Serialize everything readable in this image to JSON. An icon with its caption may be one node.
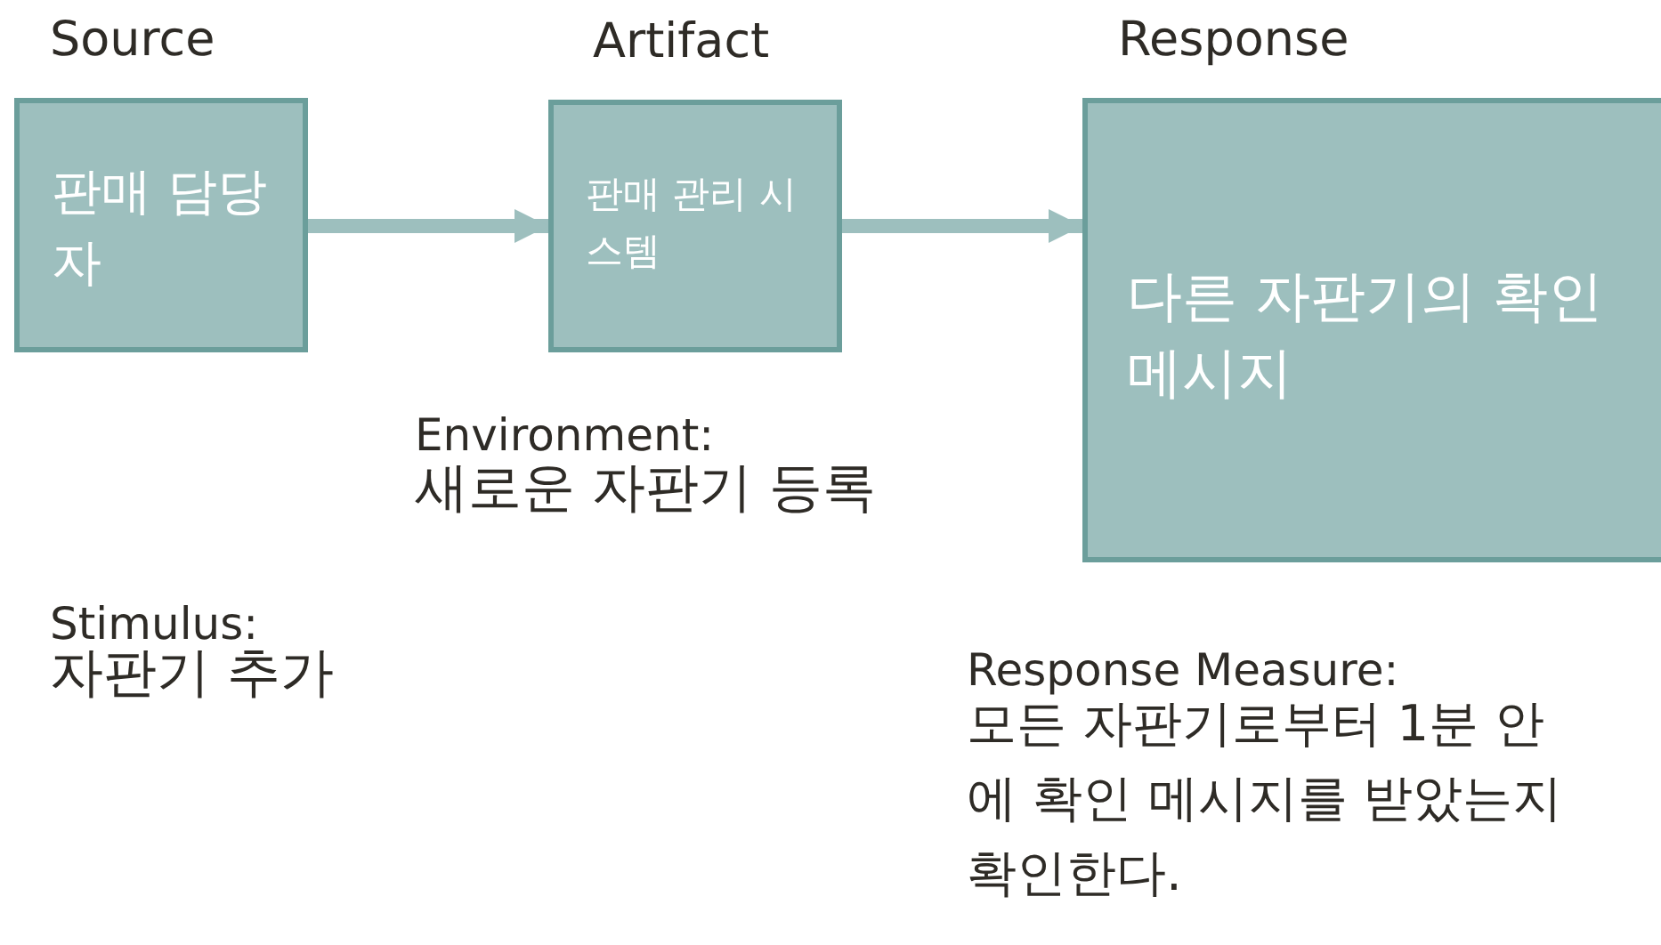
{
  "diagram": {
    "nodes": [
      {
        "text": [
          "Source",
          "판매 담당자"
        ]
      },
      {
        "text": [
          "Artifact",
          "판매 관리 시스템"
        ]
      },
      {
        "text": [
          "Response",
          "다른 자판기의 확인 메시지"
        ]
      }
    ],
    "edges": [
      {
        "from": 0,
        "to": 1,
        "arrow": "to"
      },
      {
        "from": 1,
        "to": 2,
        "arrow": "to"
      }
    ],
    "labels": [
      "Environment:",
      "새로운 자판기 등록",
      "Stimulus:",
      "자판기 추가",
      "Response Measure:",
      "모든 자판기로부터 1분 안에 확인 메시지를 받았는지 확인한다."
    ]
  }
}
